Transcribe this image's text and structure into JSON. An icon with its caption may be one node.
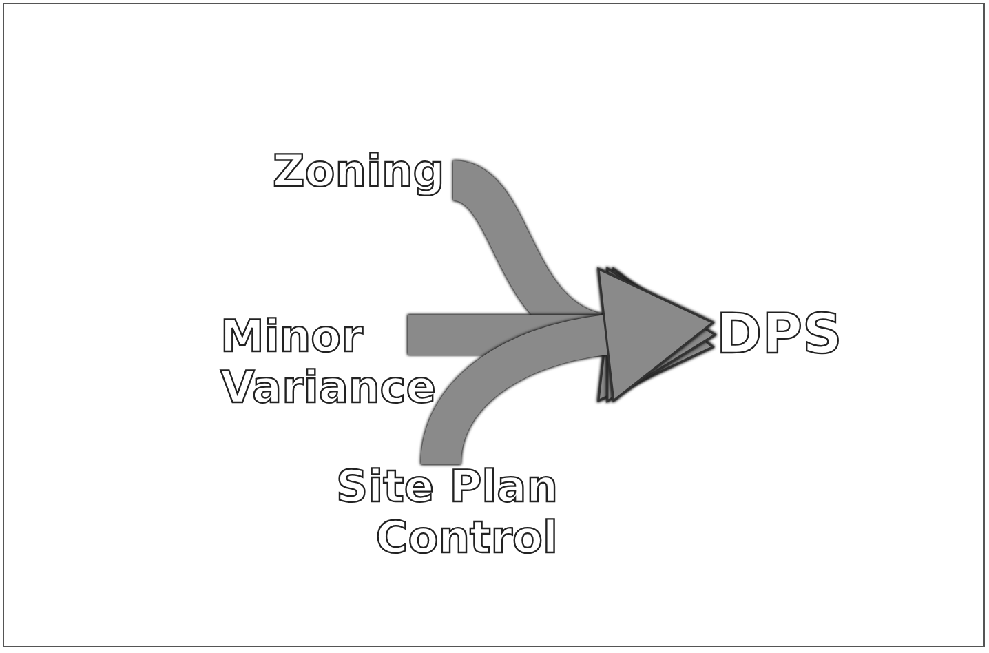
{
  "diagram": {
    "nodes": [
      {
        "text": [
          "Zoning"
        ]
      },
      {
        "text": [
          "Minor Variance"
        ]
      },
      {
        "text": [
          "Site Plan Control"
        ]
      },
      {
        "text": [
          "DPS"
        ]
      }
    ],
    "edges": [
      {
        "from": 0,
        "to": 3,
        "arrow": "to"
      },
      {
        "from": 1,
        "to": 3,
        "arrow": "to"
      },
      {
        "from": 2,
        "to": 3,
        "arrow": "to"
      }
    ]
  }
}
